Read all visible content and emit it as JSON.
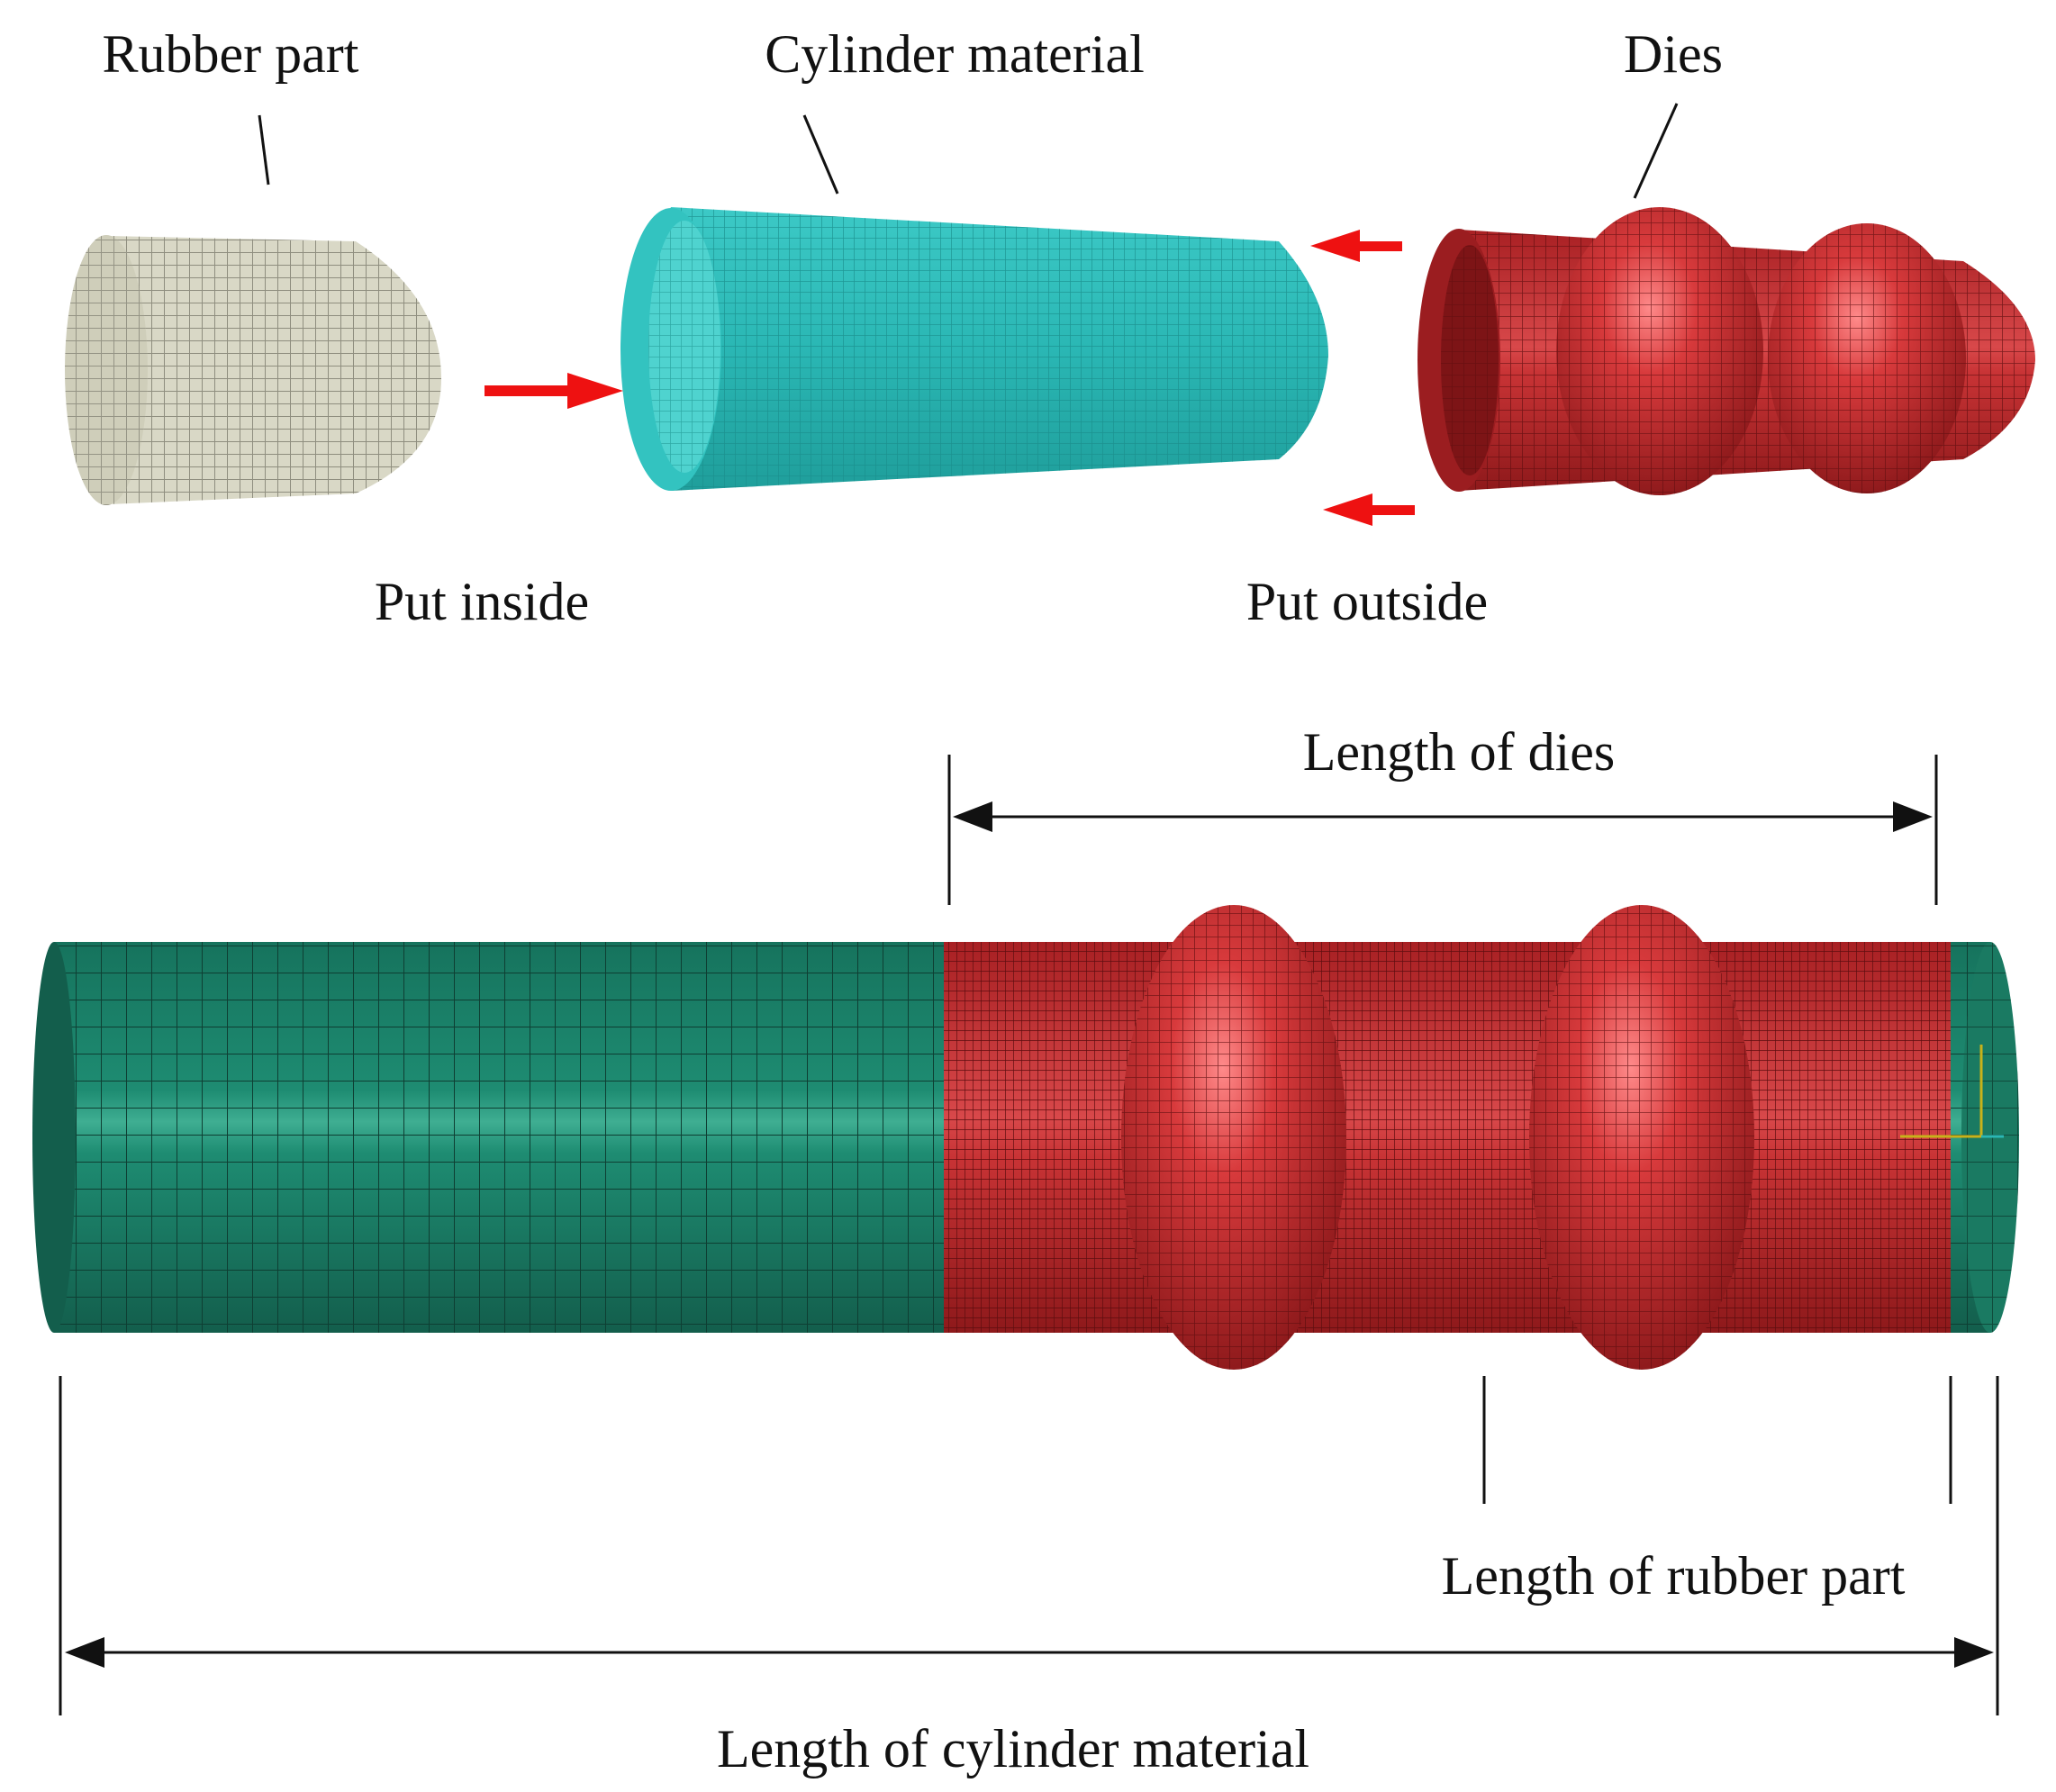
{
  "labels": {
    "rubber_part": "Rubber part",
    "cylinder_material": "Cylinder material",
    "dies": "Dies",
    "put_inside": "Put inside",
    "put_outside": "Put outside",
    "length_of_dies": "Length of dies",
    "length_of_rubber_part": "Length of rubber part",
    "length_of_cylinder_material": "Length of cylinder material"
  },
  "colors": {
    "rubber": "#d9d8c6",
    "rubber_mesh": "#8f8e7f",
    "cylinder": "#2ab7b4",
    "cylinder_dark": "#1a8d8b",
    "tube": "#177f66",
    "tube_mesh": "#0e3f33",
    "die": "#b8282b",
    "die_dark": "#7d1416",
    "die_highlight": "#ff9a9a",
    "arrow_red": "#ee1111",
    "dimension_line": "#111111"
  }
}
